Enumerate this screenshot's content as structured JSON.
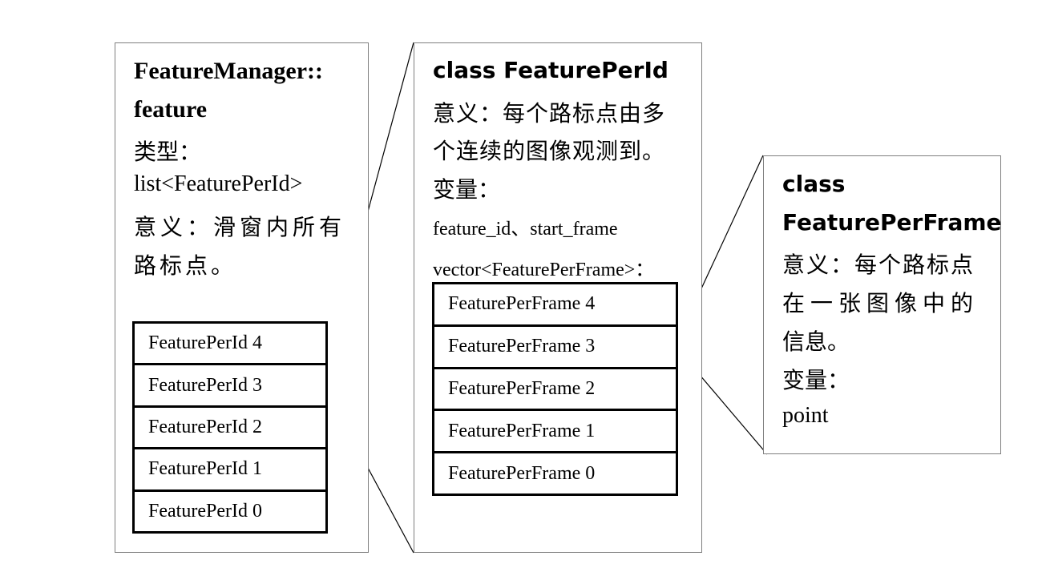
{
  "manager": {
    "title_line1": "FeatureManager::",
    "title_line2": "feature",
    "type_label": "类型：",
    "type_value": "list<FeaturePerId>",
    "meaning_line1": "意义：滑窗内所有",
    "meaning_line2": "路标点。",
    "items": [
      "FeaturePerId 4",
      "FeaturePerId 3",
      "FeaturePerId 2",
      "FeaturePerId 1",
      "FeaturePerId 0"
    ]
  },
  "per_id": {
    "title": "class FeaturePerId",
    "meaning_line1": "意义：每个路标点由多",
    "meaning_line2": "个连续的图像观测到。",
    "vars_label": "变量：",
    "var_line1": "feature_id、start_frame",
    "var_line2": "vector<FeaturePerFrame>：",
    "items": [
      "FeaturePerFrame 4",
      "FeaturePerFrame 3",
      "FeaturePerFrame 2",
      "FeaturePerFrame 1",
      "FeaturePerFrame 0"
    ]
  },
  "per_frame": {
    "title_line1": "class",
    "title_line2": "FeaturePerFrame",
    "meaning_line1": "意义：每个路标点",
    "meaning_line2": "在一张图像中的",
    "meaning_line3": "信息。",
    "vars_label": "变量：",
    "var_value": "point"
  }
}
